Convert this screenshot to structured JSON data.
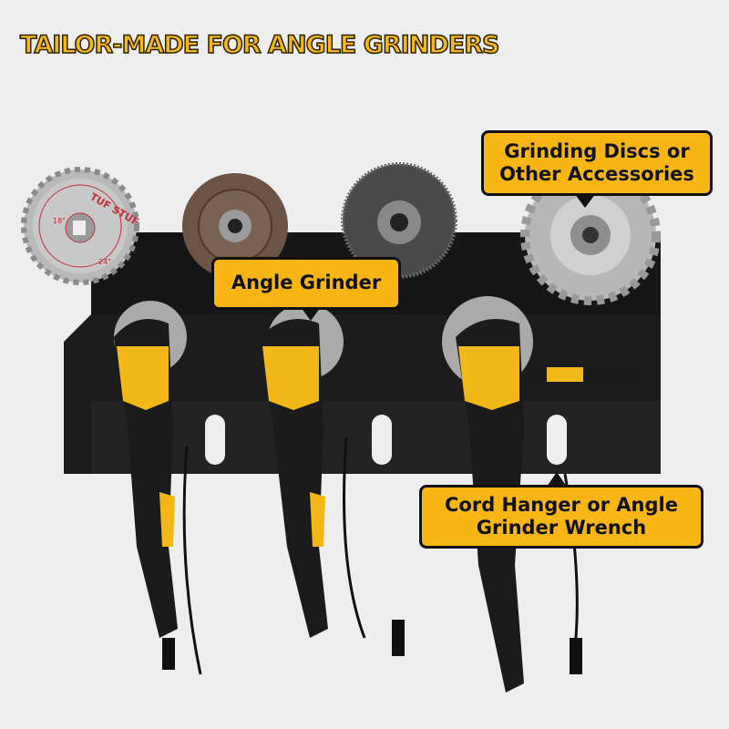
{
  "title": "TAILOR-MADE FOR ANGLE GRINDERS",
  "callouts": {
    "discs": {
      "line1": "Grinding Discs or",
      "line2": "Other Accessories"
    },
    "grinder": {
      "line1": "Angle Grinder"
    },
    "cord": {
      "line1": "Cord Hanger or Angle",
      "line2": "Grinder Wrench"
    }
  },
  "saw_blade": {
    "brand": "TUF STUF",
    "size_left": "18\"",
    "size_right": "24\""
  },
  "colors": {
    "background": "#eeeeee",
    "accent_yellow": "#f7b614",
    "rack": "#1a1a1a"
  }
}
